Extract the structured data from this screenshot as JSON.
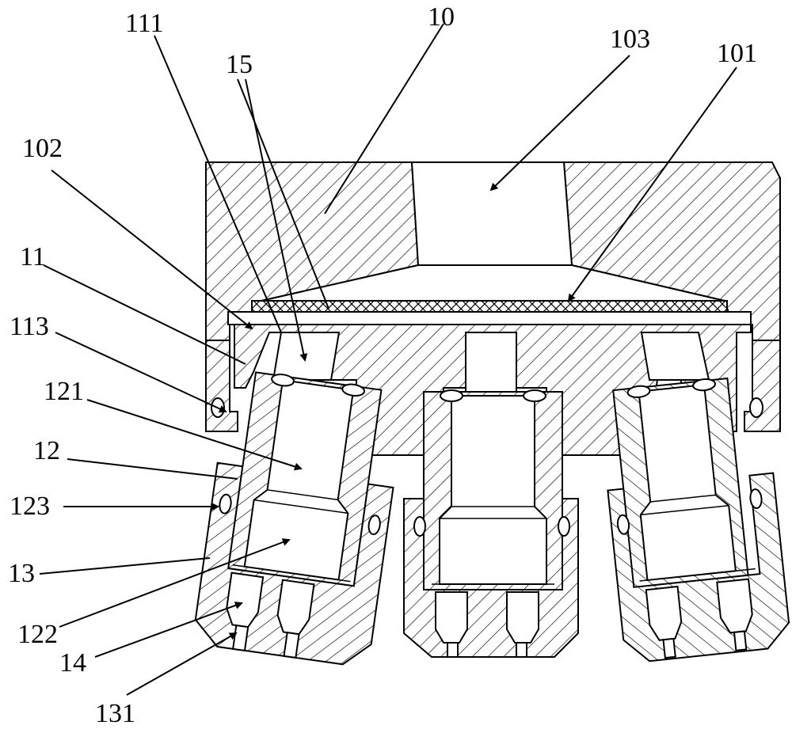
{
  "figure": {
    "labels": {
      "l10": "10",
      "l103": "103",
      "l101": "101",
      "l111": "111",
      "l15": "15",
      "l102": "102",
      "l11": "11",
      "l113": "113",
      "l121": "121",
      "l12": "12",
      "l123": "123",
      "l13": "13",
      "l122": "122",
      "l14": "14",
      "l131": "131"
    }
  }
}
